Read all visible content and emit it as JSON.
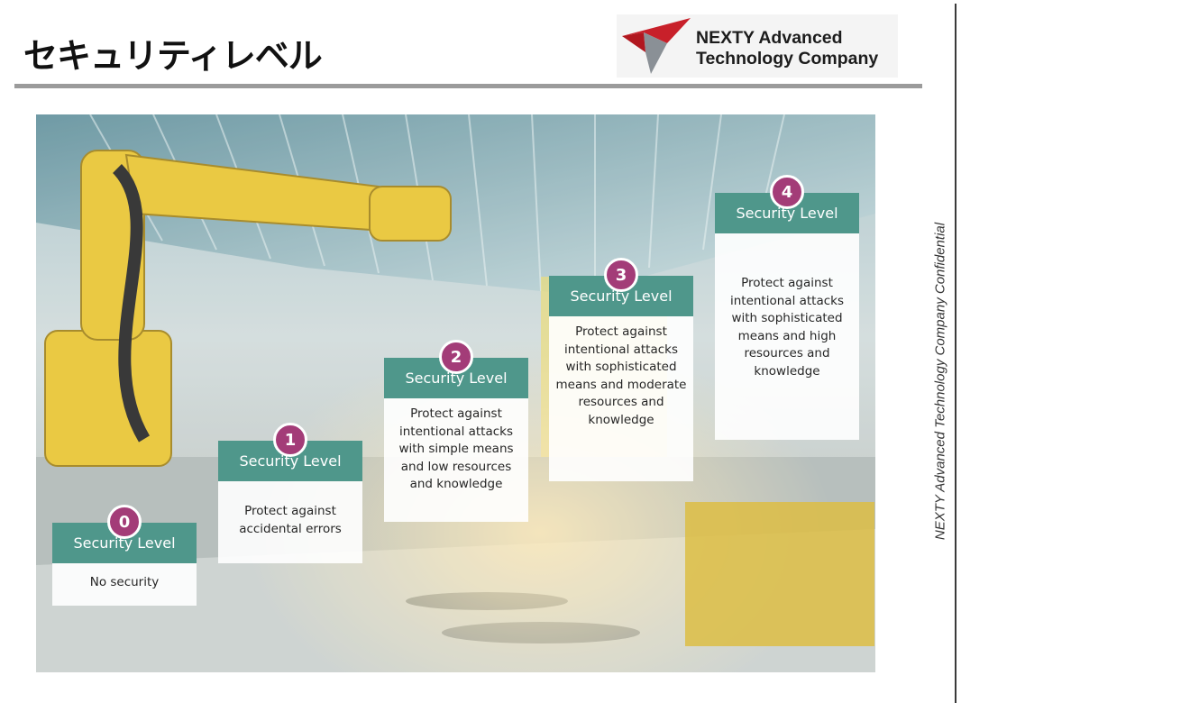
{
  "title": "セキュリティレベル",
  "logo": {
    "line1": "NEXTY Advanced",
    "line2": "Technology Company"
  },
  "confidential": "NEXTY Advanced Technology Company Confidential",
  "colors": {
    "card_header": "#4f978b",
    "badge": "#a33c78",
    "rule": "#9b9b9b",
    "logo_red": "#c8202a",
    "logo_gray": "#8a9096"
  },
  "levels": [
    {
      "number": "0",
      "heading": "Security Level",
      "description": "No security"
    },
    {
      "number": "1",
      "heading": "Security Level",
      "description": "Protect against accidental errors"
    },
    {
      "number": "2",
      "heading": "Security Level",
      "description": "Protect against intentional attacks with simple means and low resources and knowledge"
    },
    {
      "number": "3",
      "heading": "Security Level",
      "description": "Protect against intentional attacks with sophisticated means and moderate resources and knowledge"
    },
    {
      "number": "4",
      "heading": "Security Level",
      "description": "Protect against intentional attacks with sophisticated means and high resources and knowledge"
    }
  ]
}
